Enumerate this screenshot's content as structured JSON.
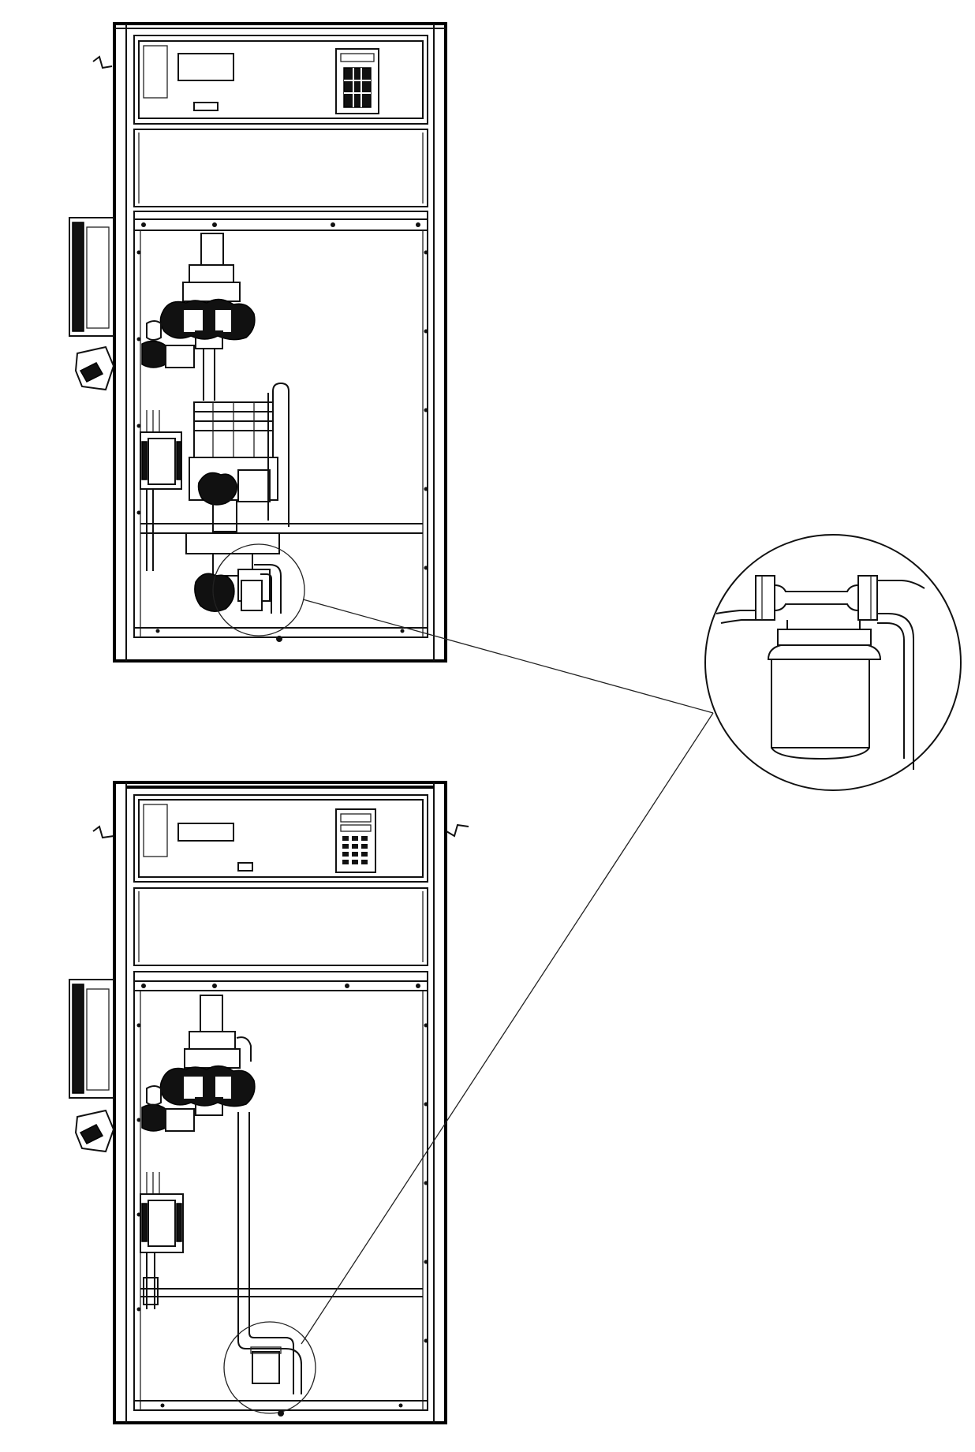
{
  "figure": {
    "type": "technical-line-drawing",
    "views": [
      {
        "id": "upper-cabinet",
        "description_visible_text": ""
      },
      {
        "id": "lower-cabinet",
        "description_visible_text": ""
      }
    ],
    "callout": {
      "shape": "circle",
      "connects": [
        "upper-cabinet",
        "lower-cabinet"
      ]
    }
  },
  "colors": {
    "line": "#111111",
    "background": "#ffffff"
  }
}
